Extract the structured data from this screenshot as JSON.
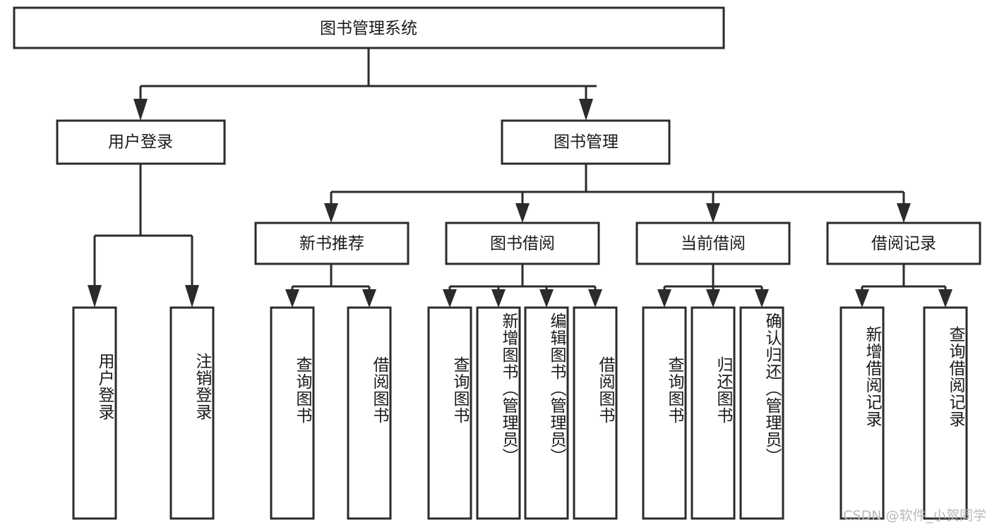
{
  "diagram": {
    "type": "tree-hierarchy-chart",
    "title": "图书管理系统",
    "background_color": "#ffffff",
    "line_color": "#2b2b2b",
    "text_color": "#1a1a1a",
    "root": {
      "label": "图书管理系统",
      "level": 1
    },
    "level2": [
      {
        "label": "用户登录"
      },
      {
        "label": "图书管理"
      }
    ],
    "level3": [
      {
        "label": "新书推荐"
      },
      {
        "label": "图书借阅"
      },
      {
        "label": "当前借阅"
      },
      {
        "label": "借阅记录"
      }
    ],
    "leaves": {
      "user_login": [
        {
          "label": "用户登录"
        },
        {
          "label": "注销登录"
        }
      ],
      "new_book_recommend": [
        {
          "label": "查询图书"
        },
        {
          "label": "借阅图书"
        }
      ],
      "book_borrow": [
        {
          "label": "查询图书"
        },
        {
          "label": "新增图书（管理员）"
        },
        {
          "label": "编辑图书（管理员）"
        },
        {
          "label": "借阅图书"
        }
      ],
      "current_borrow": [
        {
          "label": "查询图书"
        },
        {
          "label": "归还图书"
        },
        {
          "label": "确认归还（管理员）"
        }
      ],
      "borrow_record": [
        {
          "label": "新增借阅记录"
        },
        {
          "label": "查询借阅记录"
        }
      ]
    },
    "watermark": "CSDN @软件_小贺同学"
  }
}
